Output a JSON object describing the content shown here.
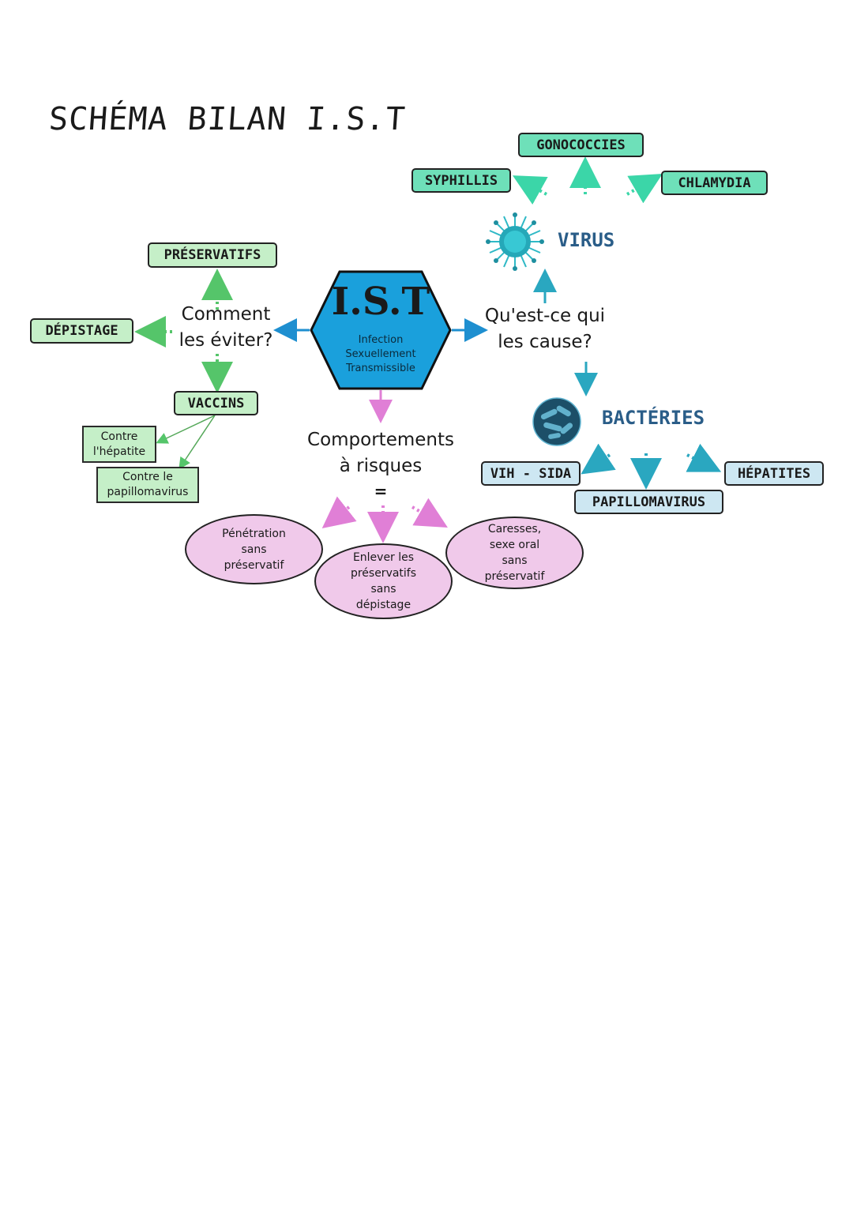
{
  "title": "SCHÉMA BILAN I.S.T",
  "center": {
    "title": "I.S.T",
    "subtitle_lines": [
      "Infection",
      "Sexuellement",
      "Transmissible"
    ]
  },
  "prevention": {
    "question": [
      "Comment",
      "les éviter?"
    ],
    "items": [
      "PRÉSERVATIFS",
      "DÉPISTAGE",
      "VACCINS"
    ],
    "vaccins": [
      "Contre l'hépatite",
      "Contre le papillomavirus"
    ]
  },
  "causes": {
    "question": [
      "Qu'est-ce qui",
      "les cause?"
    ],
    "virus": {
      "label": "VIRUS",
      "items": [
        "SYPHILLIS",
        "GONOCOCCIES",
        "CHLAMYDIA"
      ]
    },
    "bacteries": {
      "label": "BACTÉRIES",
      "items": [
        "VIH - SIDA",
        "PAPILLOMAVIRUS",
        "HÉPATITES"
      ]
    }
  },
  "behaviours": {
    "question": [
      "Comportements",
      "à risques"
    ],
    "equals": "=",
    "items": [
      [
        "Pénétration",
        "sans",
        "préservatif"
      ],
      [
        "Enlever les",
        "préservatifs",
        "sans",
        "dépistage"
      ],
      [
        "Caresses,",
        "sexe oral",
        "sans",
        "préservatif"
      ]
    ]
  },
  "colors": {
    "center_fill": "#1aa0dc",
    "virus_box": "#6ee0b9",
    "prevention_box": "#c5efc8",
    "bacteria_box": "#cde7f2",
    "behaviour_fill": "#f0c9ea",
    "arrow_blue": "#1e8fd0",
    "arrow_teal": "#3bd6a8",
    "arrow_green": "#55c56a",
    "arrow_pink": "#e07fd6",
    "arrow_cyan": "#2aa7c0"
  },
  "icons": [
    "virus-icon",
    "bacteria-icon"
  ]
}
